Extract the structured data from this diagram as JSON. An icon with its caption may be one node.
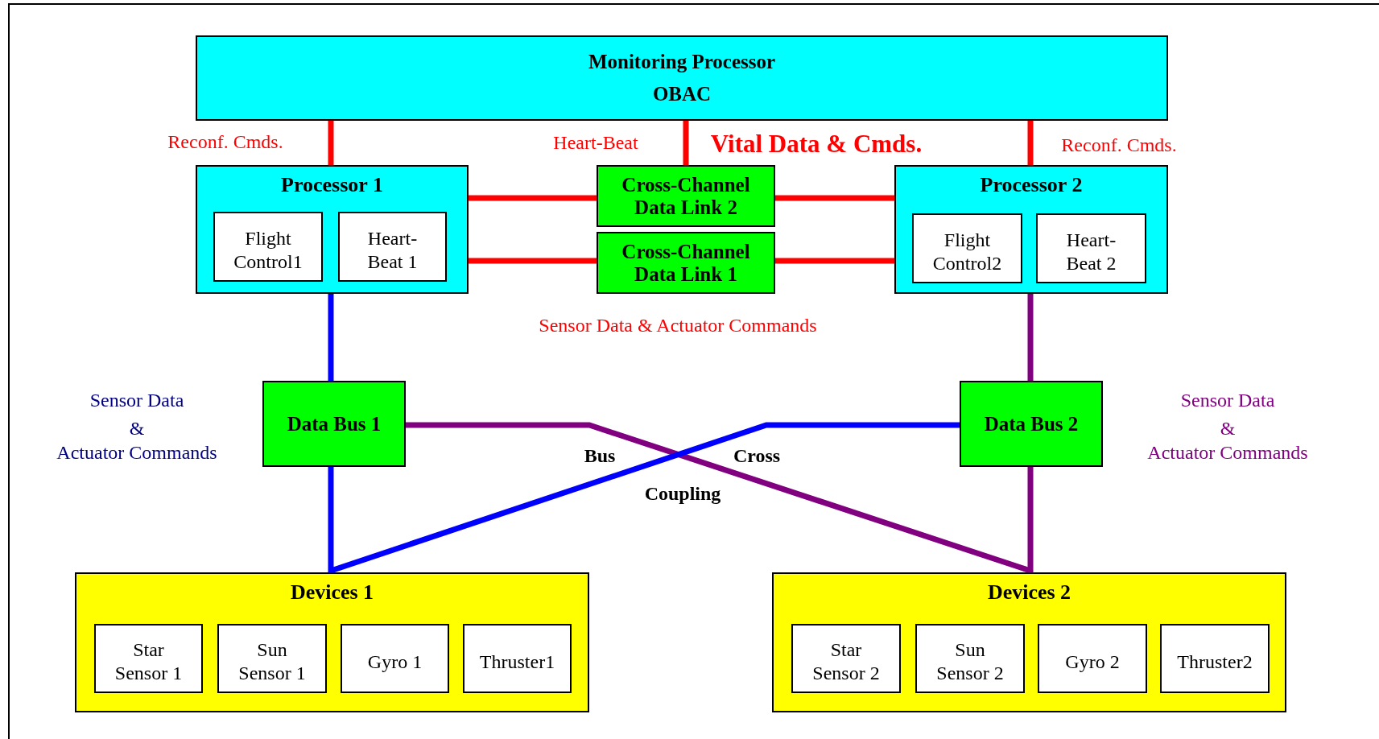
{
  "diagram": {
    "nodes": [
      {
        "text": [
          "Monitoring Processor",
          "OBAC"
        ]
      },
      {
        "text": [
          "Processor 1"
        ]
      },
      {
        "text": [
          "Flight Control1"
        ],
        "in": 1
      },
      {
        "text": [
          "Heart-Beat 1"
        ],
        "in": 1
      },
      {
        "text": [
          "Cross-Channel Data Link 2"
        ]
      },
      {
        "text": [
          "Cross-Channel Data Link 1"
        ]
      },
      {
        "text": [
          "Processor 2"
        ]
      },
      {
        "text": [
          "Flight Control2"
        ],
        "in": 6
      },
      {
        "text": [
          "Heart-Beat 2"
        ],
        "in": 6
      },
      {
        "text": [
          "Data Bus 1"
        ]
      },
      {
        "text": [
          "Data Bus 2"
        ]
      },
      {
        "text": [
          "Devices 1"
        ]
      },
      {
        "text": [
          "Star Sensor 1"
        ],
        "in": 11
      },
      {
        "text": [
          "Sun Sensor 1"
        ],
        "in": 11
      },
      {
        "text": [
          "Gyro 1"
        ],
        "in": 11
      },
      {
        "text": [
          "Thruster1"
        ],
        "in": 11
      },
      {
        "text": [
          "Devices 2"
        ]
      },
      {
        "text": [
          "Star Sensor 2"
        ],
        "in": 16
      },
      {
        "text": [
          "Sun Sensor 2"
        ],
        "in": 16
      },
      {
        "text": [
          "Gyro 2"
        ],
        "in": 16
      },
      {
        "text": [
          "Thruster2"
        ],
        "in": 16
      }
    ],
    "edges": [
      {
        "from": 0,
        "to": 1,
        "arrow": "none"
      },
      {
        "from": 0,
        "to": 4,
        "arrow": "none"
      },
      {
        "from": 0,
        "to": 6,
        "arrow": "none"
      },
      {
        "from": 1,
        "to": 4,
        "arrow": "none"
      },
      {
        "from": 4,
        "to": 6,
        "arrow": "none"
      },
      {
        "from": 1,
        "to": 5,
        "arrow": "none"
      },
      {
        "from": 5,
        "to": 6,
        "arrow": "none"
      },
      {
        "from": 1,
        "to": 9,
        "arrow": "none",
        "color": "#0000ff"
      },
      {
        "from": 6,
        "to": 10,
        "arrow": "none",
        "color": "#800080"
      },
      {
        "from": 9,
        "to": 11,
        "arrow": "none",
        "color": "#0000ff"
      },
      {
        "from": 10,
        "to": 16,
        "arrow": "none",
        "color": "#800080"
      },
      {
        "from": 9,
        "to": 16,
        "arrow": "none",
        "color": "#800080"
      },
      {
        "from": 10,
        "to": 11,
        "arrow": "none",
        "color": "#0000ff"
      }
    ],
    "labels": [
      "Reconf. Cmds.",
      "Heart-Beat",
      "Vital Data & Cmds.",
      "Reconf. Cmds.",
      "Sensor Data & Actuator Commands",
      "Sensor Data",
      "Sensor Data",
      "&",
      "&",
      "Actuator Commands",
      "Bus",
      "Cross",
      "Actuator Commands",
      "Coupling"
    ]
  }
}
